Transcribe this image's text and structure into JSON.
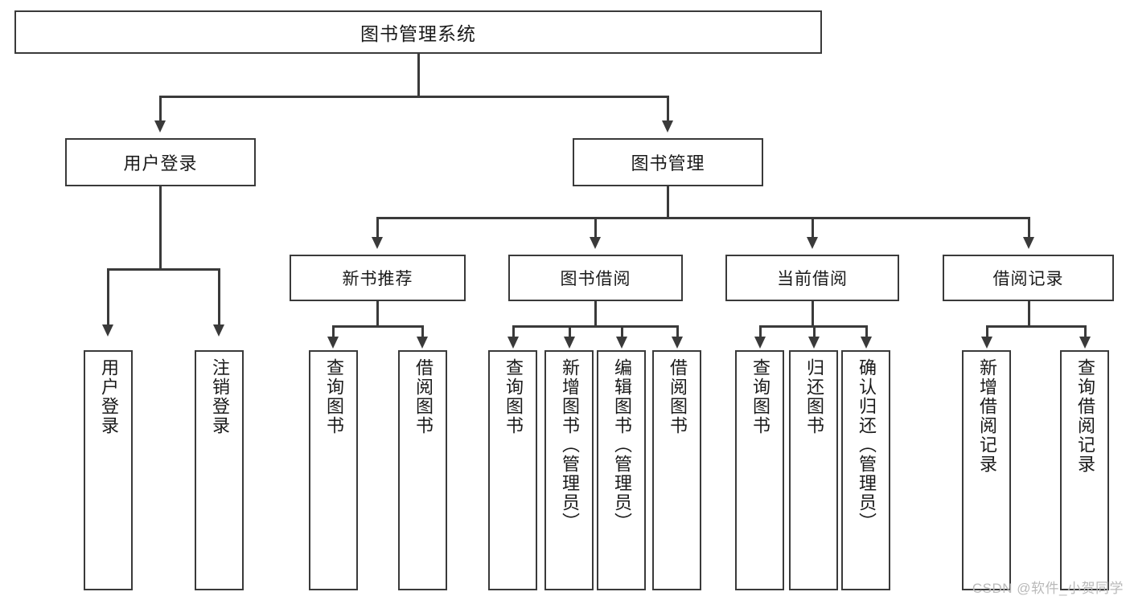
{
  "diagram": {
    "title": "图书管理系统",
    "type": "tree-hierarchy",
    "watermark": "CSDN @软件_小贺同学",
    "colors": {
      "stroke": "#3a3a3a",
      "fill": "#ffffff",
      "text": "#1a1a1a",
      "watermark": "#b9b9b9"
    }
  },
  "root": {
    "label": "图书管理系统"
  },
  "level1": [
    {
      "label": "用户登录"
    },
    {
      "label": "图书管理"
    }
  ],
  "level2": [
    {
      "label": "新书推荐"
    },
    {
      "label": "图书借阅"
    },
    {
      "label": "当前借阅"
    },
    {
      "label": "借阅记录"
    }
  ],
  "leaves": {
    "user_login": [
      {
        "label": "用户登录"
      },
      {
        "label": "注销登录"
      }
    ],
    "new_book_recommend": [
      {
        "label": "查询图书"
      },
      {
        "label": "借阅图书"
      }
    ],
    "book_borrow": [
      {
        "label": "查询图书"
      },
      {
        "label": "新增图书（管理员）"
      },
      {
        "label": "编辑图书（管理员）"
      },
      {
        "label": "借阅图书"
      }
    ],
    "current_borrow": [
      {
        "label": "查询图书"
      },
      {
        "label": "归还图书"
      },
      {
        "label": "确认归还（管理员）"
      }
    ],
    "borrow_record": [
      {
        "label": "新增借阅记录"
      },
      {
        "label": "查询借阅记录"
      }
    ]
  }
}
